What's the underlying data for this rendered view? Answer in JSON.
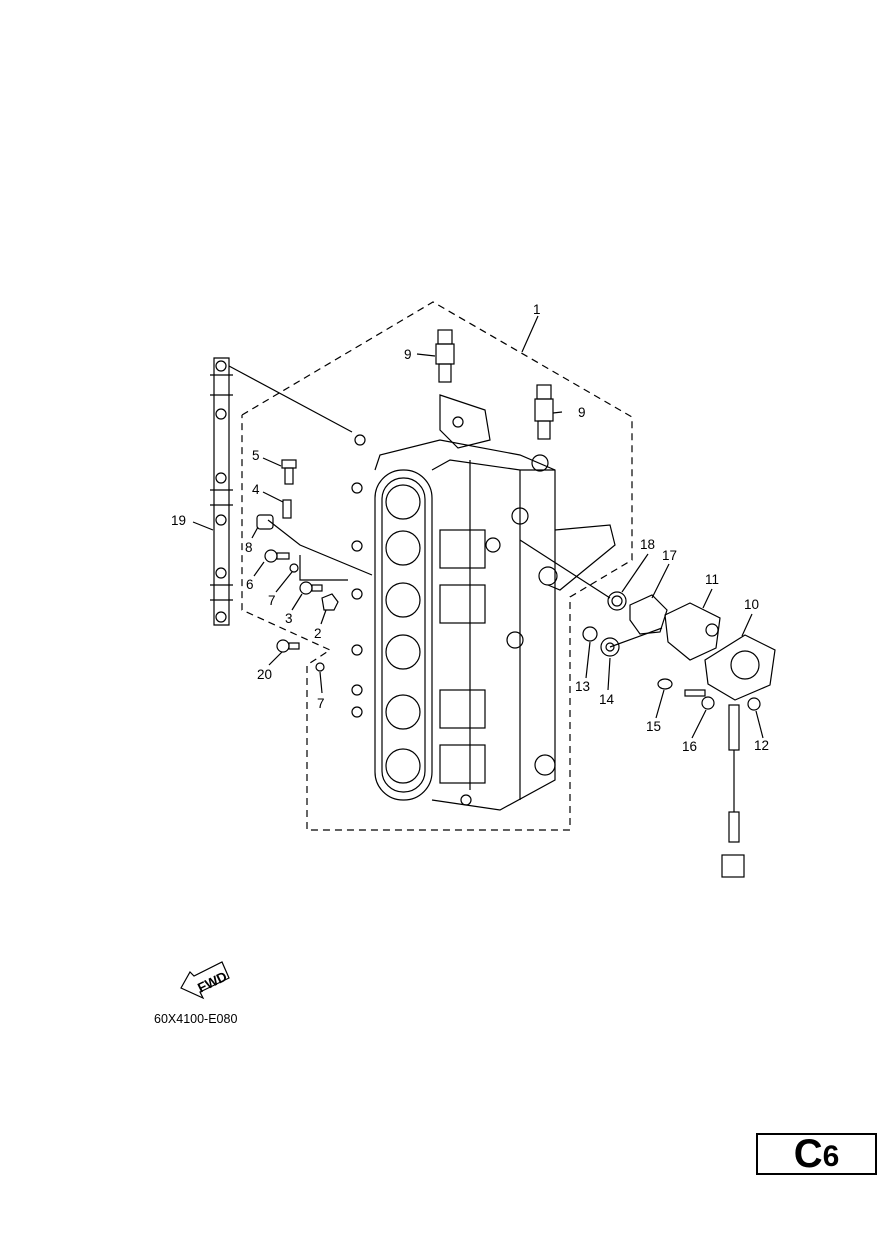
{
  "callouts": [
    {
      "num": "1"
    },
    {
      "num": "9"
    },
    {
      "num": "9"
    },
    {
      "num": "5"
    },
    {
      "num": "4"
    },
    {
      "num": "19"
    },
    {
      "num": "8"
    },
    {
      "num": "6"
    },
    {
      "num": "7"
    },
    {
      "num": "3"
    },
    {
      "num": "2"
    },
    {
      "num": "20"
    },
    {
      "num": "7"
    },
    {
      "num": "18"
    },
    {
      "num": "17"
    },
    {
      "num": "11"
    },
    {
      "num": "10"
    },
    {
      "num": "13"
    },
    {
      "num": "14"
    },
    {
      "num": "15"
    },
    {
      "num": "16"
    },
    {
      "num": "12"
    }
  ],
  "fwd_label": "FWD",
  "diagram_code": "60X4100-E080",
  "section": {
    "letter": "C",
    "number": "6"
  }
}
